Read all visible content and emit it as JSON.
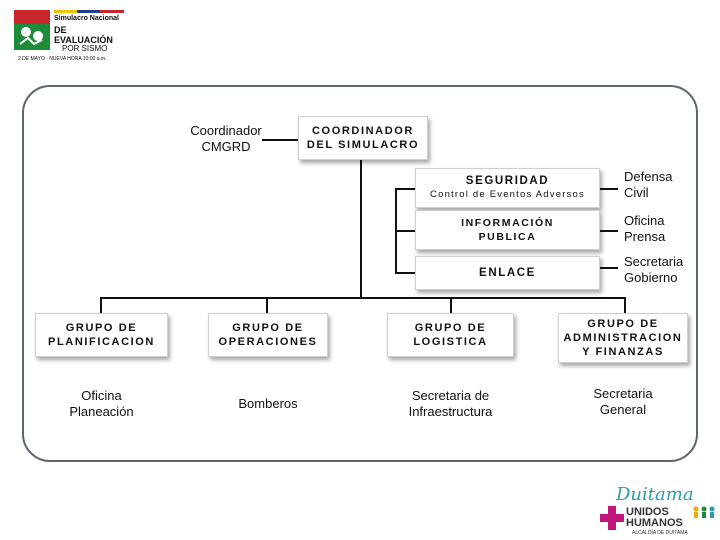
{
  "header": {
    "logo_line1": "Simulacro Nacional",
    "logo_line2": "DE EVALUACIÓN",
    "logo_line3": "POR SISMO",
    "logo_line4": "2 DE MAYO · NUEVA HORA 10:00 a.m."
  },
  "org": {
    "coordinator_label": "Coordinador\nCMGRD",
    "coordinator_box": "COORDINADOR\nDEL SIMULACRO",
    "security_box": "SEGURIDAD",
    "security_sub": "Control de Eventos Adversos",
    "security_side": "Defensa\nCivil",
    "info_box": "INFORMACIÓN\nPUBLICA",
    "info_side": "Oficina\nPrensa",
    "link_box": "ENLACE",
    "link_side": "Secretaria\nGobierno",
    "groups": [
      {
        "title": "GRUPO DE\nPLANIFICACION",
        "member": "Oficina\nPlaneación"
      },
      {
        "title": "GRUPO DE\nOPERACIONES",
        "member": "Bomberos"
      },
      {
        "title": "GRUPO DE\nLOGISTICA",
        "member": "Secretaria de\nInfraestructura"
      },
      {
        "title": "GRUPO DE\nADMINISTRACION\nY FINANZAS",
        "member": "Secretaria\nGeneral"
      }
    ]
  },
  "footer_logo": {
    "name": "Duitama",
    "line1": "UNIDOS",
    "line2": "HUMANOS",
    "caption": "ALCALDÍA DE DUITAMA"
  },
  "colors": {
    "red": "#c8252c",
    "green": "#1f8a3a",
    "gold": "#f2c200",
    "frame": "#5a6472"
  }
}
